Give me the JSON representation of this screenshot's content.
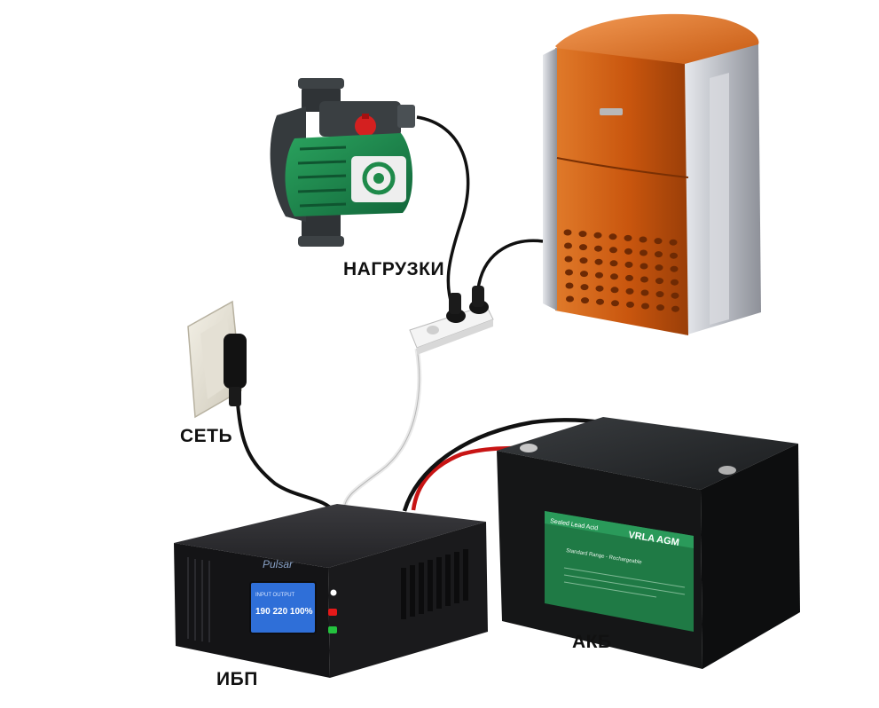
{
  "labels": {
    "loads": "НАГРУЗКИ",
    "mains": "СЕТЬ",
    "ups": "ИБП",
    "battery": "АКБ"
  },
  "ups_device": {
    "brand": "Pulsar",
    "display": {
      "line1": "INPUT OUTPUT",
      "line2": "190 220 100%"
    }
  },
  "battery_device": {
    "badge_left": "Sealed Lead Acid",
    "badge_right": "VRLA AGM",
    "subtitle": "Standard Range - Rechargeable"
  },
  "colors": {
    "boiler_orange": "#d86a1c",
    "pump_green": "#1e8a4a",
    "ups_black": "#1b1b1d",
    "battery_black": "#121314",
    "battery_green": "#1f7a45",
    "ups_screen": "#2f6fd8",
    "cable_red": "#d11b1b"
  }
}
